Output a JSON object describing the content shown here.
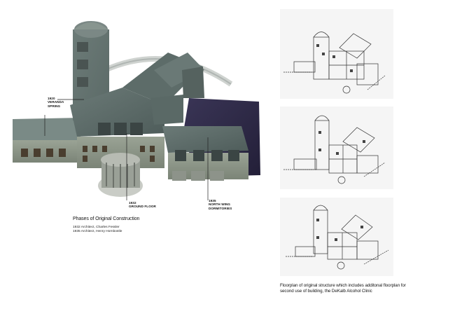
{
  "callouts": {
    "c1920": {
      "year": "1920",
      "line1": "Veranda",
      "line2": "Spring"
    },
    "c1932": {
      "year": "1932",
      "line1": "Ground Floor"
    },
    "c1935": {
      "year": "1935",
      "line1": "North Wing",
      "line2": "Dormitories"
    }
  },
  "caption": {
    "title": "Phases of Original Construction",
    "lines": [
      "1932 Architect, Charles Fessler",
      "1935 Architect, Henry Hornbostle"
    ]
  },
  "floorplans": {
    "caption_line1": "Floorplan of original structure which includes additonal floorplan for",
    "caption_line2": "second use of building, the DeKalb Alcohol Clinic"
  },
  "colors": {
    "roof": "#5b6b68",
    "wall": "#8a9388",
    "shadow": "#2d2a44",
    "sky_bg": "#ffffff"
  }
}
